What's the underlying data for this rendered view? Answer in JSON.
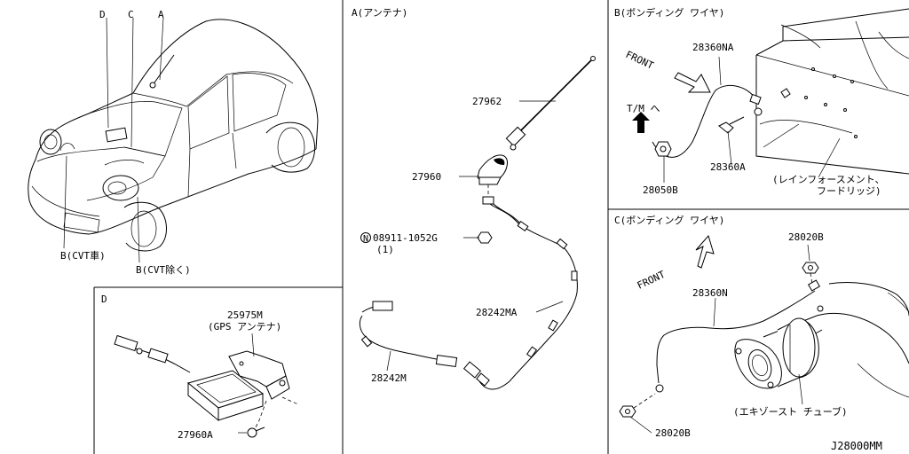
{
  "diagram_id": "J28000MM",
  "overview": {
    "callouts": [
      "D",
      "C",
      "A"
    ],
    "labels": {
      "b_cvt_with": "B(CVT車)",
      "b_cvt_without": "B(CVT除く)"
    }
  },
  "panel_a": {
    "title": "A(アンテナ)",
    "parts": {
      "rod": "27962",
      "base": "27960",
      "nut_code": "N",
      "nut": "08911-1052G",
      "nut_qty": "(1)",
      "main_cable": "28242MA",
      "sub_cable": "28242M"
    }
  },
  "panel_b": {
    "title": "B(ボンディング ワイヤ)",
    "front": "FRONT",
    "tm_label": "T/M へ",
    "parts": {
      "wire": "28360NA",
      "bolt": "28360A",
      "nut": "28050B",
      "reinforcement_1": "(レインフォースメント、",
      "reinforcement_2": "フードリッジ)"
    }
  },
  "panel_c": {
    "title": "C(ボンディング ワイヤ)",
    "front": "FRONT",
    "parts": {
      "nut_top": "28020B",
      "wire": "28360N",
      "nut_bottom": "28020B",
      "exhaust": "(エキゾースト チューブ)"
    }
  },
  "panel_d": {
    "title": "D",
    "parts": {
      "gps": "25975M",
      "gps_desc": "(GPS アンテナ)",
      "screw": "27960A"
    }
  }
}
